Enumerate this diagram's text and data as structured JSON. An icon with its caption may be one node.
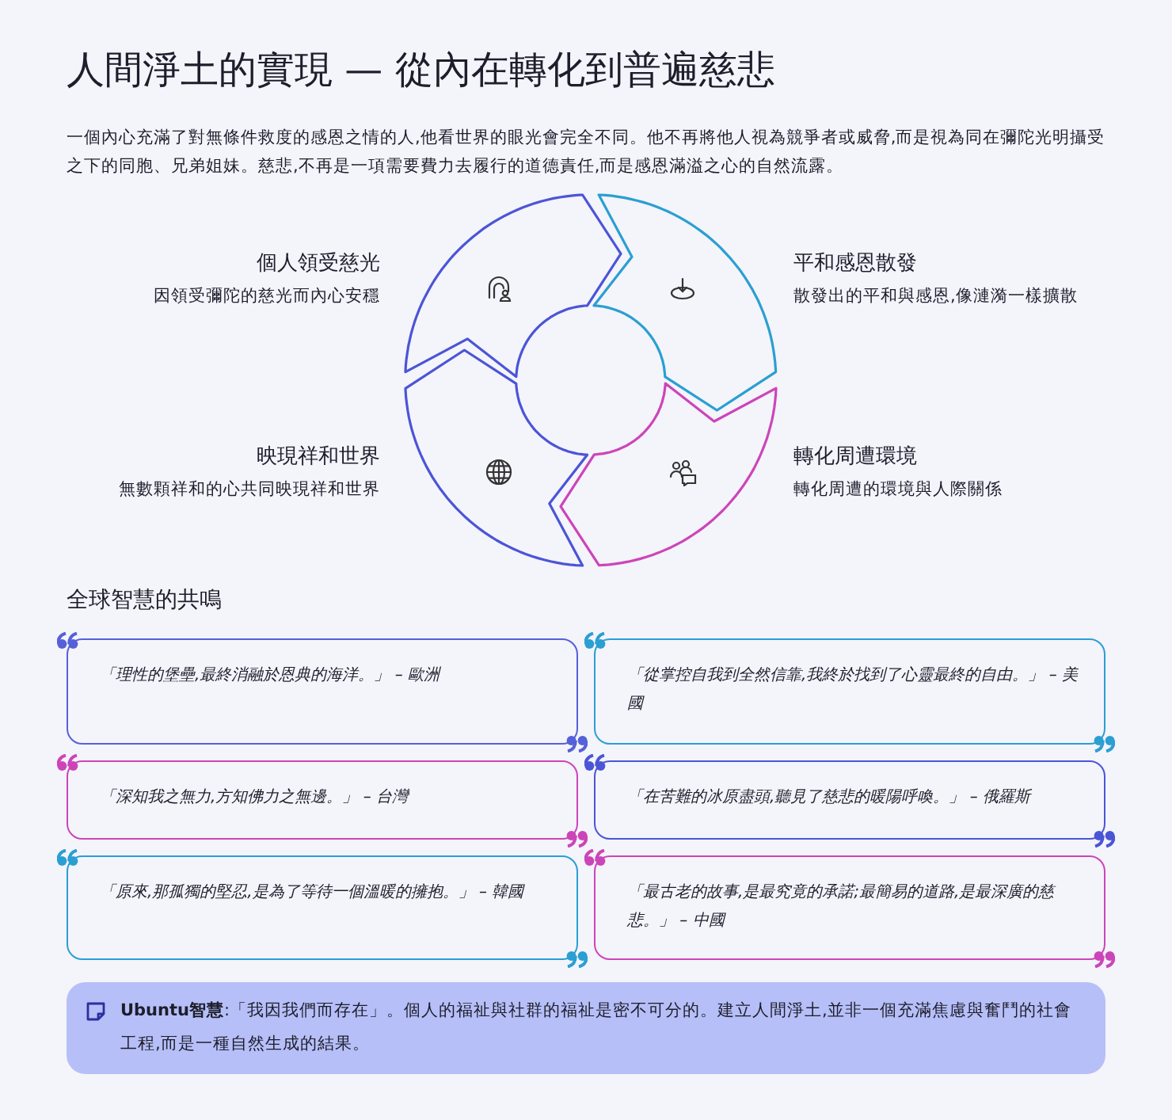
{
  "diagram": {
    "title": "人間淨土的實現 — 從內在轉化到普遍慈悲",
    "nodes": [
      {
        "text": [],
        "shape": "arc",
        "beside": [
          "個人領受慈光",
          "因領受彌陀的慈光而內心安穩"
        ]
      },
      {
        "text": [],
        "shape": "arc",
        "beside": [
          "平和感恩散發",
          "散發出的平和與感恩,像漣漪一樣擴散"
        ]
      },
      {
        "text": [],
        "shape": "arc",
        "beside": [
          "映現祥和世界",
          "無數顆祥和的心共同映現祥和世界"
        ]
      },
      {
        "text": [],
        "shape": "arc",
        "beside": [
          "轉化周遭環境",
          "轉化周遭的環境與人際關係"
        ]
      },
      {
        "text": [
          "「理性的堡壘,最終消融於恩典的海洋。」 – 歐洲"
        ]
      },
      {
        "text": [
          "「從掌控自我到全然信靠,我終於找到了心靈最終的自由。」 – 美國"
        ]
      },
      {
        "text": [
          "「深知我之無力,方知佛力之無邊。」 – 台灣"
        ]
      },
      {
        "text": [
          "「在苦難的冰原盡頭,聽見了慈悲的暖陽呼喚。」 – 俄羅斯"
        ]
      },
      {
        "text": [
          "「原來,那孤獨的堅忍,是為了等待一個溫暖的擁抱。」 – 韓國"
        ]
      },
      {
        "text": [
          "「最古老的故事,是最究竟的承諾;最簡易的道路,是最深廣的慈悲。」 – 中國"
        ]
      },
      {
        "text": [
          "**Ubuntu智慧**:「我因我們而存在」。個人的福祉與社群的福祉是密不可分的。建立人間淨土,並非一個充滿焦慮與奮鬥的社會工程,而是一種自然生成的結果。"
        ]
      }
    ],
    "labels": [
      "一個內心充滿了對無條件救度的感恩之情的人,他看世界的眼光會完全不同。他不再將他人視為競爭者或威脅,而是視為同在彌陀光明攝受之下的同胞、兄弟姐妹。慈悲,不再是一項需要費力去履行的道德責任,而是感恩滿溢之心的自然流露。",
      "全球智慧的共鳴"
    ]
  }
}
